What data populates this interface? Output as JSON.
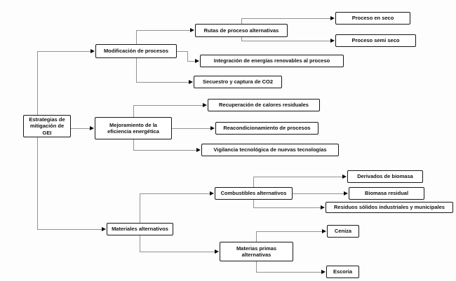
{
  "colors": {
    "background": "#fdfdfd",
    "box_fill": "#ffffff",
    "box_border": "#161616",
    "connector_line": "#929292",
    "arrowhead": "#0a0a0a"
  },
  "diagram": {
    "root": {
      "label": "Estrategias de mitigación de GEI"
    },
    "branches": [
      {
        "label": "Modificación de procesos",
        "children": [
          {
            "label": "Rutas de proceso alternativas",
            "children": [
              {
                "label": "Proceso en seco"
              },
              {
                "label": "Proceso semi seco"
              }
            ]
          },
          {
            "label": "Integración de energías renovables al proceso"
          },
          {
            "label": "Secuestro y captura de CO2"
          }
        ]
      },
      {
        "label": "Mejoramiento de la eficiencia energética",
        "children": [
          {
            "label": "Recuperación de calores residuales"
          },
          {
            "label": "Reacondicionamiento de procesos"
          },
          {
            "label": "Vigilancia tecnológica de nuevas tecnologías"
          }
        ]
      },
      {
        "label": "Materiales alternativos",
        "children": [
          {
            "label": "Combustibles alternativos",
            "children": [
              {
                "label": "Derivados de biomasa"
              },
              {
                "label": "Biomasa residual"
              },
              {
                "label": "Residuos sólidos industriales y municipales"
              }
            ]
          },
          {
            "label": "Materias primas alternativas",
            "children": [
              {
                "label": "Ceniza"
              },
              {
                "label": "Escoria"
              }
            ]
          }
        ]
      }
    ]
  }
}
